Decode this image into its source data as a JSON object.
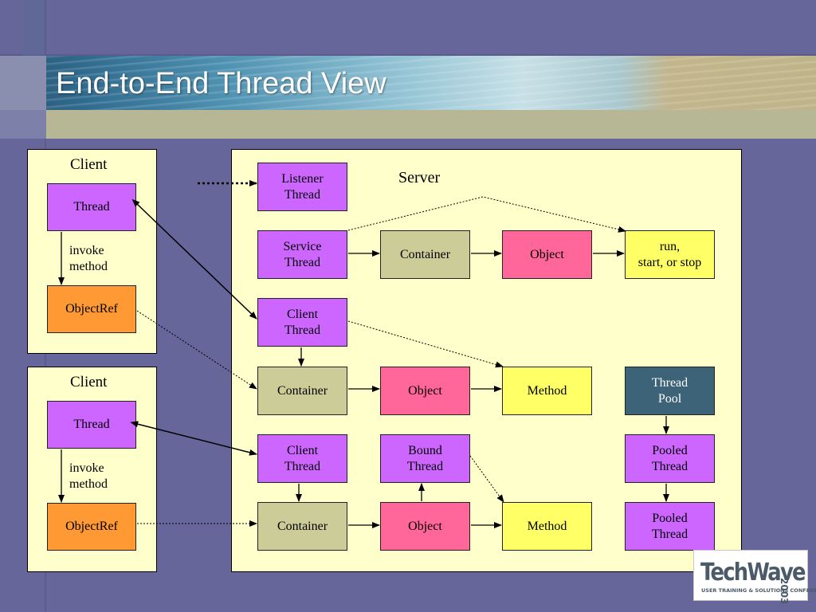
{
  "title": "End-to-End Thread View",
  "diagram": {
    "client_panels": [
      {
        "heading": "Client",
        "thread": "Thread",
        "note": "invoke\nmethod",
        "objectref": "ObjectRef"
      },
      {
        "heading": "Client",
        "thread": "Thread",
        "note": "invoke\nmethod",
        "objectref": "ObjectRef"
      }
    ],
    "server": {
      "heading": "Server",
      "listener_thread": "Listener\nThread",
      "service_thread": "Service\nThread",
      "service_container": "Container",
      "service_object": "Object",
      "run_box": "run,\nstart, or stop",
      "client_thread_1": "Client\nThread",
      "container_1": "Container",
      "object_1": "Object",
      "method_1": "Method",
      "thread_pool": "Thread\nPool",
      "client_thread_2": "Client\nThread",
      "bound_thread": "Bound\nThread",
      "pooled_thread_1": "Pooled\nThread",
      "container_2": "Container",
      "object_2": "Object",
      "method_2": "Method",
      "pooled_thread_2": "Pooled\nThread"
    },
    "colors": {
      "thread": "#cc66ff",
      "objectref": "#ff9933",
      "container": "#cccc99",
      "object": "#ff6699",
      "method": "#ffff66",
      "pool": "#3c6378",
      "panel": "#ffffcc"
    }
  },
  "logo": {
    "word": "TechWave",
    "year": "2003",
    "tagline": "USER TRAINING & SOLUTIONS CONFERENCE"
  }
}
